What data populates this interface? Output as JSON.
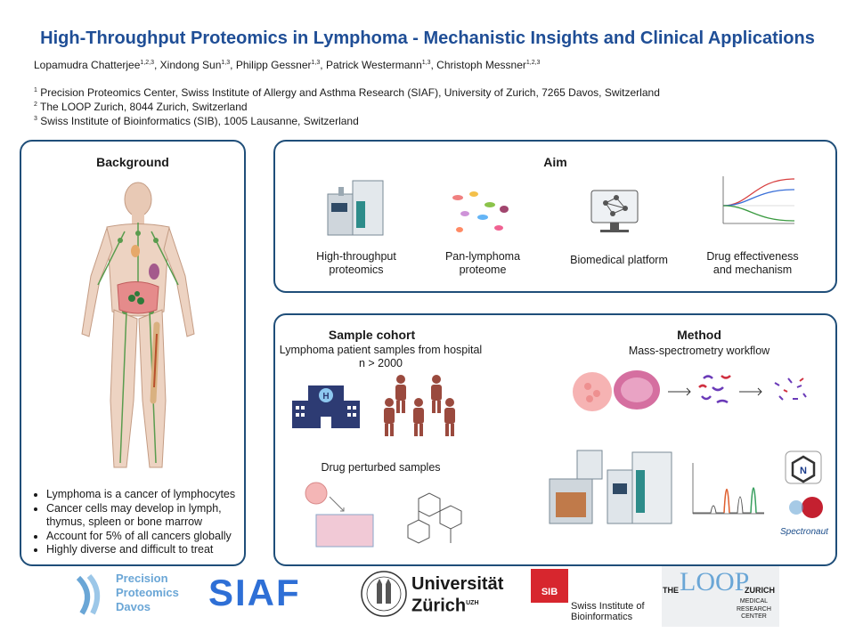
{
  "poster": {
    "title": "High-Throughput Proteomics in Lymphoma - Mechanistic Insights and Clinical Applications",
    "authors": [
      {
        "name": "Lopamudra Chatterjee",
        "sup": "1,2,3"
      },
      {
        "name": "Xindong Sun",
        "sup": "1,3"
      },
      {
        "name": "Philipp Gessner",
        "sup": "1,3"
      },
      {
        "name": "Patrick Westermann",
        "sup": "1,3"
      },
      {
        "name": "Christoph Messner",
        "sup": "1,2,3"
      }
    ],
    "affiliations": [
      {
        "num": "1",
        "text": "Precision Proteomics Center, Swiss Institute of Allergy and Asthma Research (SIAF), University of Zurich, 7265 Davos, Switzerland"
      },
      {
        "num": "2",
        "text": "The LOOP Zurich, 8044 Zurich, Switzerland"
      },
      {
        "num": "3",
        "text": "Swiss Institute of Bioinformatics (SIB), 1005 Lausanne, Switzerland"
      }
    ]
  },
  "background": {
    "heading": "Background",
    "bullets": [
      "Lymphoma is a cancer of lymphocytes",
      "Cancer cells may develop in lymph, thymus, spleen or bone marrow",
      "Account for 5% of all cancers globally",
      "Highly diverse and difficult to treat"
    ]
  },
  "aim": {
    "heading": "Aim",
    "items": [
      {
        "line1": "High-throughput",
        "line2": "proteomics"
      },
      {
        "line1": "Pan-lymphoma",
        "line2": "proteome"
      },
      {
        "line1": "Biomedical platform",
        "line2": ""
      },
      {
        "line1": "Drug effectiveness",
        "line2": "and mechanism"
      }
    ]
  },
  "cohort": {
    "heading": "Sample cohort",
    "line1": "Lymphoma patient samples from hospital",
    "line2": "n > 2000",
    "drug_label": "Drug perturbed samples"
  },
  "method": {
    "heading": "Method",
    "subheading": "Mass-spectrometry workflow"
  },
  "logos": {
    "ppc": [
      "Precision",
      "Proteomics",
      "Davos"
    ],
    "siaf": "SIAF",
    "uzh_line1": "Universität",
    "uzh_line2": "Zürich",
    "uzh_sup": "UZH",
    "sib_badge": "SIB",
    "sib_line1": "Swiss Institute of",
    "sib_line2": "Bioinformatics",
    "loop_the": "THE",
    "loop_main": "LOOP",
    "loop_zurich": "ZURICH",
    "loop_sub": [
      "MEDICAL",
      "RESEARCH",
      "CENTER"
    ],
    "spectronaut": "Spectronaut"
  },
  "colors": {
    "title": "#1f4e96",
    "panel_border": "#1f4e79",
    "siaf_blue": "#2e6fd6",
    "sib_red": "#d7262e",
    "ppc_blue": "#6aa6d6"
  }
}
